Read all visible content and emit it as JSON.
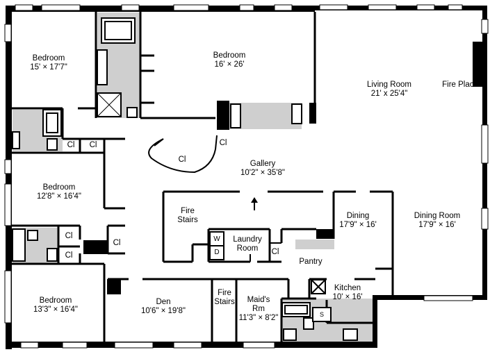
{
  "rooms": {
    "bedroom_1": {
      "name": "Bedroom",
      "dims": "15' × 17'7\""
    },
    "bedroom_2": {
      "name": "Bedroom",
      "dims": "16' × 26'"
    },
    "living_room": {
      "name": "Living Room",
      "dims": "21' x 25'4\""
    },
    "fire_place": {
      "name": "Fire Place"
    },
    "gallery": {
      "name": "Gallery",
      "dims": "10'2\" × 35'8\""
    },
    "bedroom_3": {
      "name": "Bedroom",
      "dims": "12'8\" × 16'4\""
    },
    "fire_stairs_1": {
      "line1": "Fire",
      "line2": "Stairs"
    },
    "laundry": {
      "line1": "Laundry",
      "line2": "Room"
    },
    "dining": {
      "name": "Dining",
      "dims": "17'9\" × 16'"
    },
    "dining_room": {
      "name": "Dining Room",
      "dims": "17'9\" × 16'"
    },
    "pantry": {
      "name": "Pantry"
    },
    "bedroom_4": {
      "name": "Bedroom",
      "dims": "13'3\" × 16'4\""
    },
    "den": {
      "name": "Den",
      "dims": "10'6\" × 19'8\""
    },
    "fire_stairs_2": {
      "line1": "Fire",
      "line2": "Stairs"
    },
    "maids_room": {
      "line1": "Maid's",
      "line2": "Rm",
      "dims": "11'3\" × 8'2\""
    },
    "kitchen": {
      "name": "Kitchen",
      "dims": "10' × 16'"
    }
  },
  "closets": {
    "label": "Cl"
  },
  "appliances": {
    "washer": "W",
    "dryer": "D",
    "stove": "S"
  }
}
